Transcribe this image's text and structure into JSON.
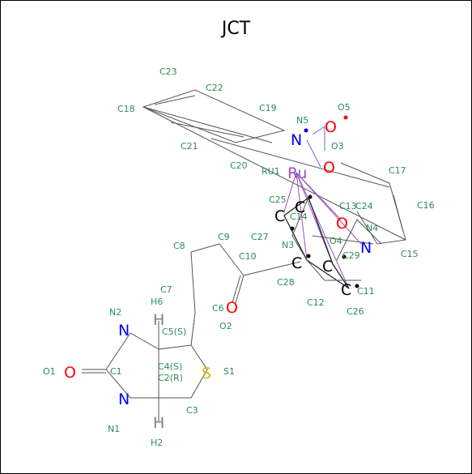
{
  "title": "JCT",
  "colors": {
    "label": "#2e8b57",
    "nitrogen": "#0000ff",
    "oxygen": "#ff0000",
    "ruthenium": "#9a4fc4",
    "sulfur": "#d4b800",
    "carbon": "#000000",
    "hydrogen": "#808080"
  },
  "labels": {
    "C23": "C23",
    "C22": "C22",
    "C18": "C18",
    "C19": "C19",
    "C21": "C21",
    "C20": "C20",
    "N5": "N5",
    "O5": "O5",
    "O3": "O3",
    "RU1": "RU1",
    "C17": "C17",
    "C16": "C16",
    "C25": "C25",
    "C13": "C13",
    "C24": "C24",
    "C14": "C14",
    "N4": "N4",
    "C27": "C27",
    "N3": "N3",
    "O4": "O4",
    "C29": "C29",
    "C15": "C15",
    "C28": "C28",
    "C11": "C11",
    "C12": "C12",
    "C26": "C26",
    "C9": "C9",
    "C8": "C8",
    "C10": "C10",
    "C7": "C7",
    "H6": "H6",
    "C6": "C6",
    "N2": "N2",
    "O2": "O2",
    "C5S": "C5(S)",
    "O1": "O1",
    "C1": "C1",
    "C4S": "C4(S)",
    "C2R": "C2(R)",
    "S1": "S1",
    "C3": "C3",
    "N1": "N1",
    "H2": "H2"
  },
  "atoms": {
    "N": "N",
    "O": "O",
    "Ru": "Ru",
    "C": "C",
    "H": "H",
    "S": "S"
  }
}
